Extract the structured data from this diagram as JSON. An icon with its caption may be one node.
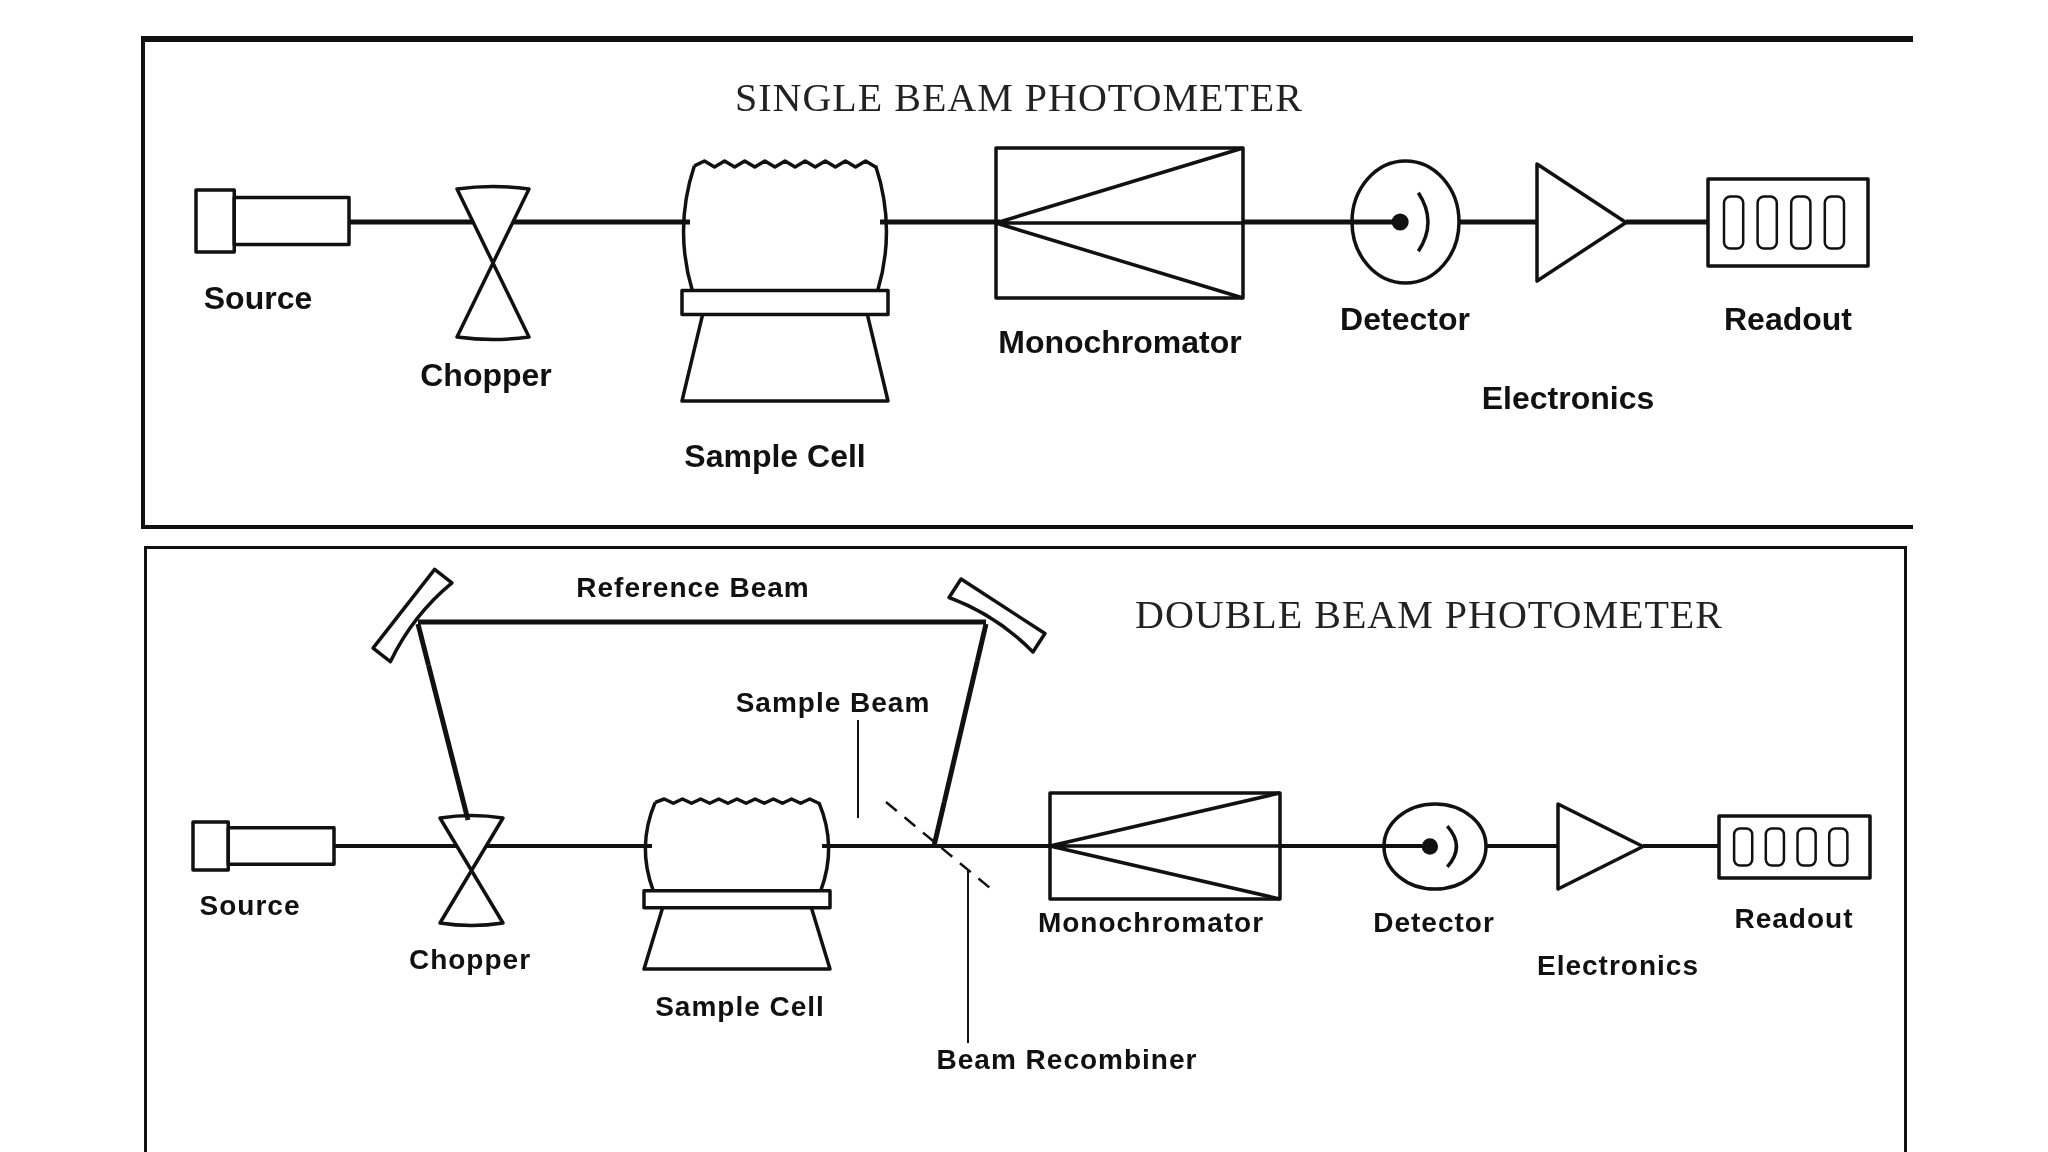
{
  "diagram": {
    "nodes": [
      {
        "text": [
          "SINGLE BEAM PHOTOMETER"
        ]
      },
      {
        "text": [
          "Source"
        ],
        "in": 0
      },
      {
        "text": [
          "Chopper"
        ],
        "in": 0
      },
      {
        "text": [
          "Sample Cell"
        ],
        "in": 0
      },
      {
        "text": [
          "Monochromator"
        ],
        "in": 0
      },
      {
        "text": [
          "Detector"
        ],
        "in": 0
      },
      {
        "text": [
          "Electronics"
        ],
        "in": 0
      },
      {
        "text": [
          "Readout"
        ],
        "in": 0
      },
      {
        "text": [
          "DOUBLE BEAM PHOTOMETER"
        ]
      },
      {
        "text": [],
        "shape": "mirror",
        "in": 8
      },
      {
        "text": [],
        "shape": "mirror",
        "in": 8
      },
      {
        "text": [
          "Sample Beam"
        ],
        "in": 8
      },
      {
        "text": [
          "Source"
        ],
        "in": 8
      },
      {
        "text": [
          "Chopper"
        ],
        "in": 8
      },
      {
        "text": [
          "Sample Cell"
        ],
        "in": 8
      },
      {
        "text": [],
        "shape": "line",
        "in": 8
      },
      {
        "text": [
          "Monochromator"
        ],
        "in": 8
      },
      {
        "text": [
          "Detector"
        ],
        "in": 8
      },
      {
        "text": [
          "Electronics"
        ],
        "in": 8
      },
      {
        "text": [
          "Readout"
        ],
        "in": 8
      },
      {
        "text": [
          "Beam Recombiner"
        ],
        "in": 8
      }
    ],
    "edges": [
      {
        "from": 1,
        "to": 2,
        "arrow": "none"
      },
      {
        "from": 2,
        "to": 3,
        "arrow": "none"
      },
      {
        "from": 3,
        "to": 4,
        "arrow": "none"
      },
      {
        "from": 4,
        "to": 5,
        "arrow": "none"
      },
      {
        "from": 5,
        "to": 6,
        "arrow": "none"
      },
      {
        "from": 6,
        "to": 7,
        "arrow": "none"
      },
      {
        "from": 12,
        "to": 13,
        "arrow": "none"
      },
      {
        "from": 13,
        "to": 14,
        "arrow": "none"
      },
      {
        "from": 14,
        "to": 15,
        "arrow": "none"
      },
      {
        "from": 15,
        "to": 16,
        "arrow": "none"
      },
      {
        "from": 16,
        "to": 17,
        "arrow": "none"
      },
      {
        "from": 17,
        "to": 18,
        "arrow": "none"
      },
      {
        "from": 18,
        "to": 19,
        "arrow": "none"
      },
      {
        "from": 13,
        "to": 9,
        "arrow": "none"
      },
      {
        "from": 9,
        "to": 10,
        "arrow": "none",
        "label": "Reference Beam"
      },
      {
        "from": 10,
        "to": 15,
        "arrow": "none"
      },
      {
        "from": 11,
        "to": null,
        "arrow": "none"
      },
      {
        "from": 20,
        "to": 15,
        "arrow": "none"
      }
    ]
  }
}
